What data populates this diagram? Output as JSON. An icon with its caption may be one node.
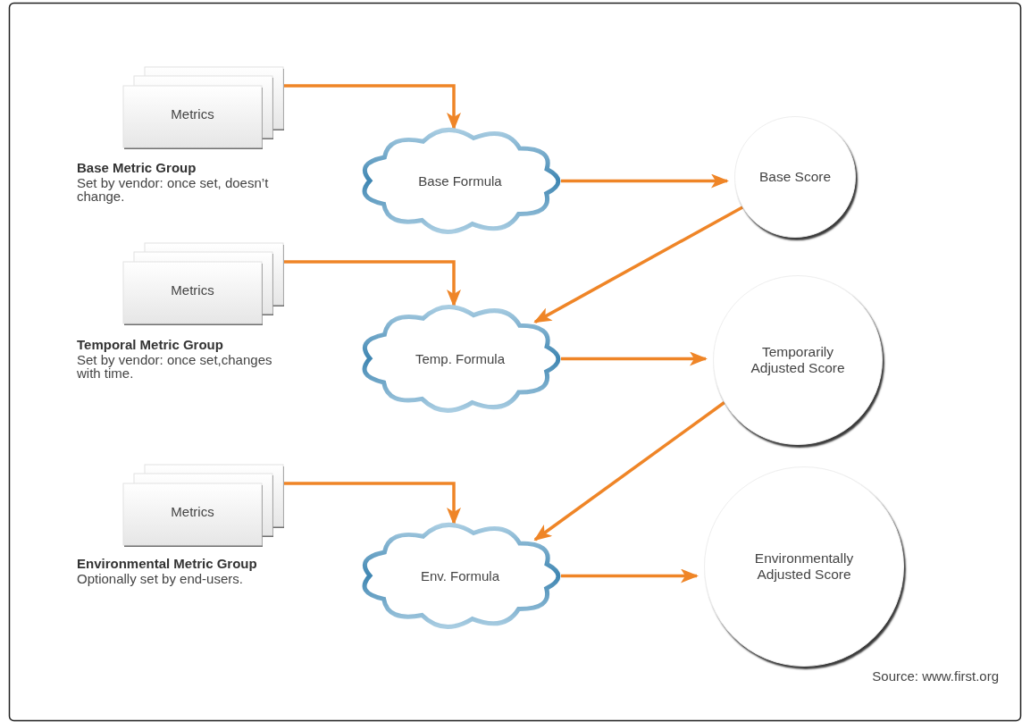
{
  "diagram": {
    "nodes": [
      {
        "text": [
          "Metrics"
        ],
        "beside": [
          "Base Metric Group",
          "Set by vendor: once set, doesn’t change."
        ]
      },
      {
        "text": [
          "Base Formula"
        ]
      },
      {
        "text": [
          "Base Score"
        ]
      },
      {
        "text": [
          "Metrics"
        ],
        "beside": [
          "Temporal Metric Group",
          "Set by vendor: once set,changes with time."
        ]
      },
      {
        "text": [
          "Temp. Formula"
        ]
      },
      {
        "text": [
          "Temporarily Adjusted Score"
        ]
      },
      {
        "text": [
          "Metrics"
        ],
        "beside": [
          "Environmental Metric Group",
          "Optionally set by end-users."
        ]
      },
      {
        "text": [
          "Env. Formula"
        ]
      },
      {
        "text": [
          "Environmentally Adjusted Score"
        ]
      }
    ],
    "edges": [
      {
        "from": 0,
        "to": 1,
        "arrow": "to"
      },
      {
        "from": 1,
        "to": 2,
        "arrow": "to"
      },
      {
        "from": 2,
        "to": 4,
        "arrow": "to"
      },
      {
        "from": 3,
        "to": 4,
        "arrow": "to"
      },
      {
        "from": 4,
        "to": 5,
        "arrow": "to"
      },
      {
        "from": 5,
        "to": 7,
        "arrow": "to"
      },
      {
        "from": 6,
        "to": 7,
        "arrow": "to"
      },
      {
        "from": 7,
        "to": 8,
        "arrow": "to"
      }
    ],
    "labels": [
      "Source: www.first.org"
    ]
  }
}
